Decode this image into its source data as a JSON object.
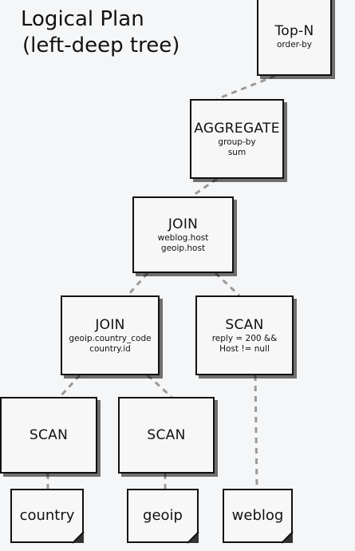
{
  "title": {
    "line1": "Logical Plan",
    "line2": "(left-deep tree)"
  },
  "nodes": {
    "topn": {
      "op": "Top-N",
      "details": [
        "order-by"
      ]
    },
    "aggregate": {
      "op": "AGGREGATE",
      "details": [
        "group-by",
        "sum"
      ]
    },
    "join_top": {
      "op": "JOIN",
      "details": [
        "weblog.host",
        "geoip.host"
      ]
    },
    "join_left": {
      "op": "JOIN",
      "details": [
        "geoip.country_code",
        "country.id"
      ]
    },
    "scan_filter": {
      "op": "SCAN",
      "details": [
        "reply = 200 &&",
        "Host != null"
      ]
    },
    "scan_country": {
      "op": "SCAN",
      "details": []
    },
    "scan_geoip": {
      "op": "SCAN",
      "details": []
    }
  },
  "tables": {
    "country": "country",
    "geoip": "geoip",
    "weblog": "weblog"
  },
  "colors": {
    "border": "#111111",
    "edge": "#9a9a9a",
    "background": "#f5f6f7"
  }
}
